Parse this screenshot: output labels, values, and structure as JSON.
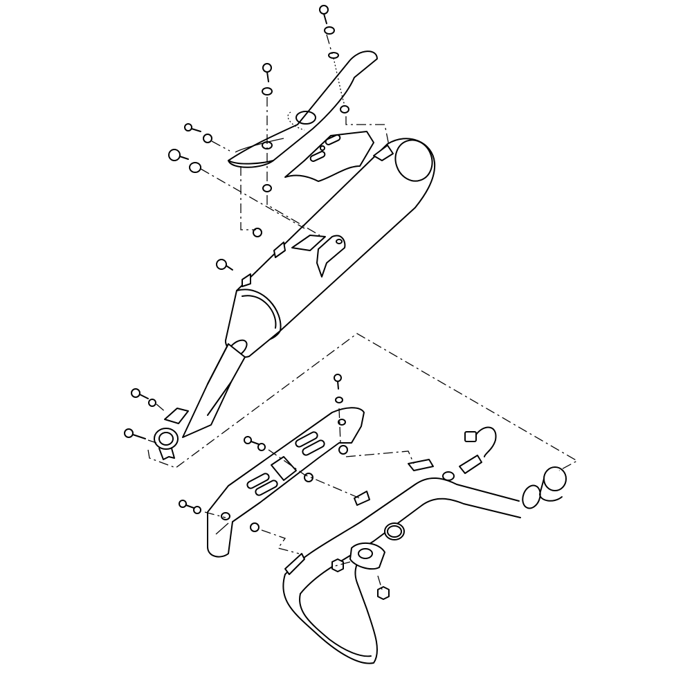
{
  "diagram": {
    "style": "exploded parts diagram, black line art on white",
    "colors": {
      "line": "#000000",
      "background": "#ffffff"
    },
    "parts": [
      "heat-shield-upper",
      "heat-shield-lower-plate",
      "muffler",
      "muffler-mount-bracket",
      "muffler-joint-clamp",
      "heat-shield-side",
      "exhaust-pipe",
      "oxygen-sensor",
      "exhaust-gasket",
      "joint-gasket",
      "exhaust-flange",
      "bolts",
      "washers",
      "grommets",
      "nuts"
    ]
  }
}
